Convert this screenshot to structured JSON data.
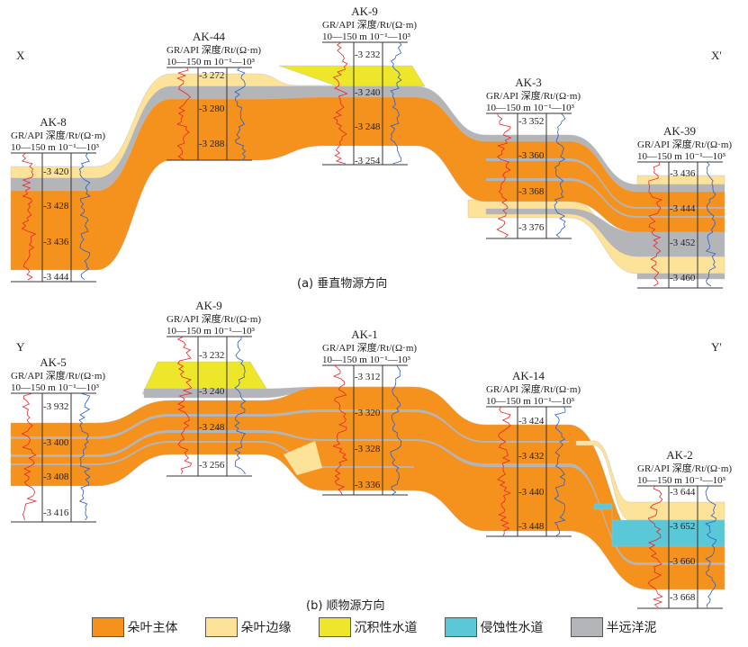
{
  "colors": {
    "lobe_main": "#f5921e",
    "lobe_margin": "#fde39a",
    "depositional_channel": "#eee62a",
    "erosional_channel": "#5bc8d8",
    "hemipelagic_mud": "#b4b5b8",
    "gr_curve": "#e8262a",
    "rt_curve": "#2b5fc4"
  },
  "header": {
    "line1": "GR/API 深度/Rt/(Ω·m)",
    "gr_range": "10—150",
    "depth_unit": "m",
    "rt_range": "10⁻¹—10³"
  },
  "section_a": {
    "caption": "(a) 垂直物源方向",
    "left_label": "X",
    "right_label": "X'",
    "wells": [
      {
        "name": "AK-8",
        "depths": [
          "-3 420",
          "-3 428",
          "-3 436",
          "-3 444"
        ]
      },
      {
        "name": "AK-44",
        "depths": [
          "-3 272",
          "-3 280",
          "-3 288"
        ]
      },
      {
        "name": "AK-9",
        "depths": [
          "-3 232",
          "-3 240",
          "-3 248",
          "-3 254"
        ]
      },
      {
        "name": "AK-3",
        "depths": [
          "-3 352",
          "-3 360",
          "-3 368",
          "-3 376"
        ]
      },
      {
        "name": "AK-39",
        "depths": [
          "-3 436",
          "-3 444",
          "-3 452",
          "-3 460"
        ]
      }
    ]
  },
  "section_b": {
    "caption": "(b) 顺物源方向",
    "left_label": "Y",
    "right_label": "Y'",
    "wells": [
      {
        "name": "AK-5",
        "depths": [
          "-3 932",
          "-3 400",
          "-3 408",
          "-3 416"
        ]
      },
      {
        "name": "AK-9",
        "depths": [
          "-3 232",
          "-3 240",
          "-3 248",
          "-3 256"
        ]
      },
      {
        "name": "AK-1",
        "depths": [
          "-3 312",
          "-3 320",
          "-3 328",
          "-3 336"
        ]
      },
      {
        "name": "AK-14",
        "depths": [
          "-3 424",
          "-3 432",
          "-3 440",
          "-3 448"
        ]
      },
      {
        "name": "AK-2",
        "depths": [
          "-3 644",
          "-3 652",
          "-3 660",
          "-3 668"
        ]
      }
    ]
  },
  "legend": [
    {
      "label": "朵叶主体",
      "color": "#f5921e"
    },
    {
      "label": "朵叶边缘",
      "color": "#fde39a"
    },
    {
      "label": "沉积性水道",
      "color": "#eee62a"
    },
    {
      "label": "侵蚀性水道",
      "color": "#5bc8d8"
    },
    {
      "label": "半远洋泥",
      "color": "#b4b5b8"
    }
  ]
}
